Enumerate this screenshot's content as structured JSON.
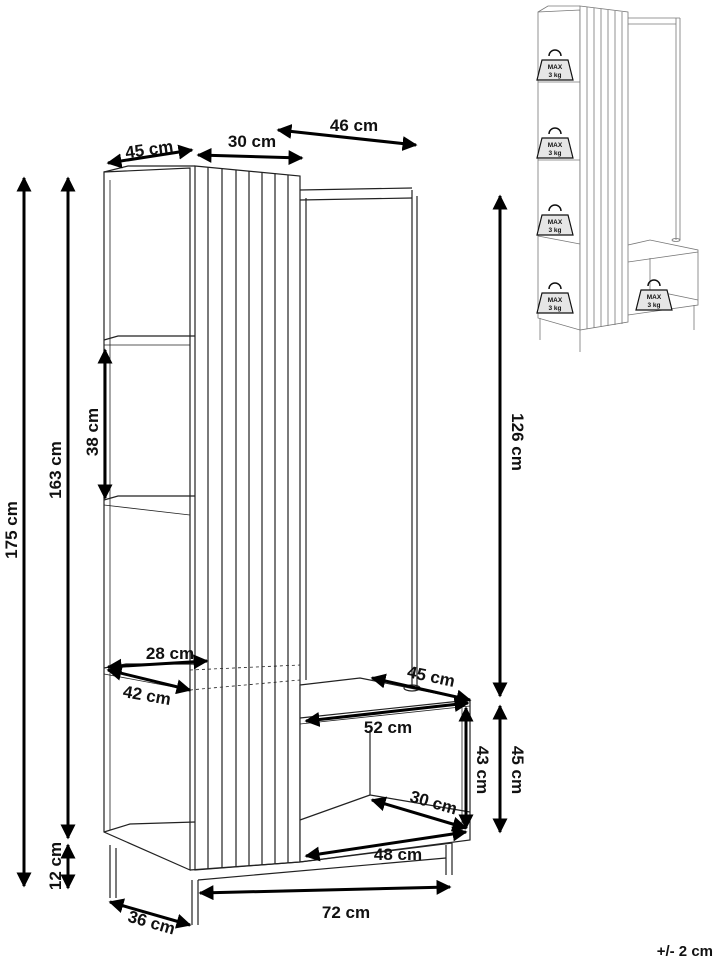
{
  "dimensions": {
    "total_height": "175 cm",
    "frame_height": "163 cm",
    "leg_height": "12 cm",
    "shelf_height": "38 cm",
    "top_depth": "45 cm",
    "panel_width": "30 cm",
    "rail_width": "46 cm",
    "shelf_depth_inner": "28 cm",
    "shelf_depth": "42 cm",
    "base_depth": "36 cm",
    "base_width": "72 cm",
    "rail_height": "126 cm",
    "bench_height_outer": "45 cm",
    "bench_depth": "45 cm",
    "bench_width_top": "52 cm",
    "bench_height_inner": "43 cm",
    "bench_inner_depth": "30 cm",
    "bench_width_bottom": "48 cm"
  },
  "load_labels": {
    "max": "MAX",
    "weight": "3 kg"
  },
  "tolerance": "+/- 2 cm"
}
